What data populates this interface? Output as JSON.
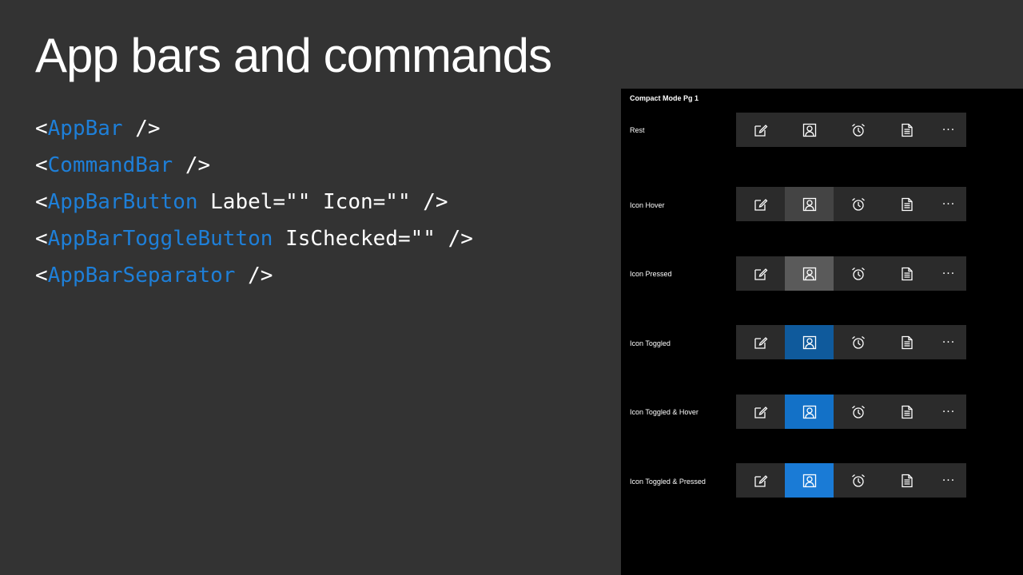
{
  "slide": {
    "title": "App bars and commands"
  },
  "code": [
    {
      "open": "<",
      "tag": "AppBar",
      "rest": " />"
    },
    {
      "open": "<",
      "tag": "CommandBar",
      "rest": " />"
    },
    {
      "open": "<",
      "tag": "AppBarButton",
      "rest": " Label=\"\" Icon=\"\" />"
    },
    {
      "open": "<",
      "tag": "AppBarToggleButton",
      "rest": " IsChecked=\"\" />"
    },
    {
      "open": "<",
      "tag": "AppBarSeparator",
      "rest": " />"
    }
  ],
  "panel": {
    "title": "Compact Mode Pg 1",
    "icons": [
      "edit-icon",
      "contact-icon",
      "alarm-clock-icon",
      "document-icon",
      "more-icon"
    ],
    "more_glyph": "···",
    "rows": [
      {
        "label": "Rest",
        "state": "rest"
      },
      {
        "label": "Icon Hover",
        "state": "hover"
      },
      {
        "label": "Icon Pressed",
        "state": "pressed"
      },
      {
        "label": "Icon Toggled",
        "state": "toggled"
      },
      {
        "label": "Icon Toggled & Hover",
        "state": "toggled-hover"
      },
      {
        "label": "Icon Toggled & Pressed",
        "state": "toggled-pressed"
      }
    ]
  },
  "colors": {
    "background": "#333333",
    "code_keyword": "#1e7fd8",
    "panel": "#000000",
    "bar": "#2b2b2b",
    "toggled": "#0f5a9c",
    "toggled_hover": "#1371c7"
  }
}
